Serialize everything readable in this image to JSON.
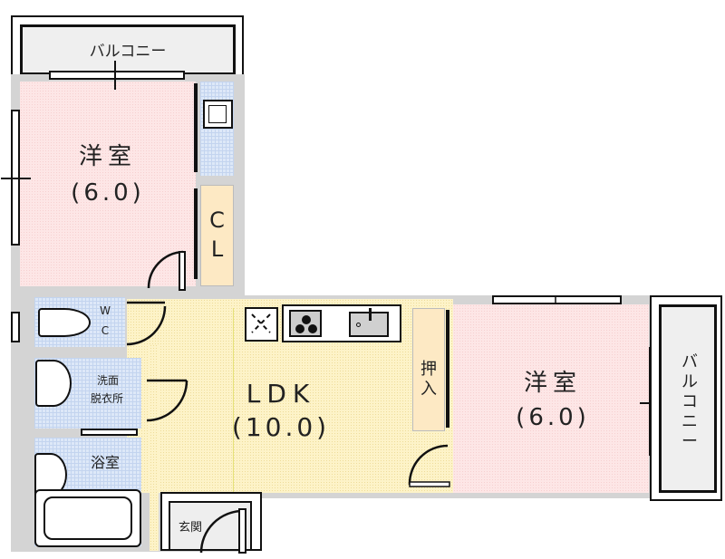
{
  "floor_plan": {
    "rooms": {
      "balcony_top": {
        "label": "バルコニー"
      },
      "western_room_1": {
        "label": "洋室",
        "size": "(6.0)"
      },
      "closet_cl": {
        "label_1": "C",
        "label_2": "L"
      },
      "wc": {
        "label_1": "W",
        "label_2": "C"
      },
      "washroom": {
        "label_1": "洗面",
        "label_2": "脱衣所"
      },
      "bathroom": {
        "label": "浴室"
      },
      "ldk": {
        "label": "LDK",
        "size": "(10.0)"
      },
      "entrance": {
        "label": "玄関"
      },
      "oshiire": {
        "label_1": "押",
        "label_2": "入"
      },
      "western_room_2": {
        "label": "洋室",
        "size": "(6.0)"
      },
      "balcony_right": {
        "label": "バルコニー"
      }
    },
    "colors": {
      "wall": "#d4d4d4",
      "western_room": "#fde6e6",
      "ldk": "#fdf3c8",
      "wet_area": "#dde8f8",
      "closet": "#fde9c4",
      "balcony": "#efefef"
    }
  }
}
